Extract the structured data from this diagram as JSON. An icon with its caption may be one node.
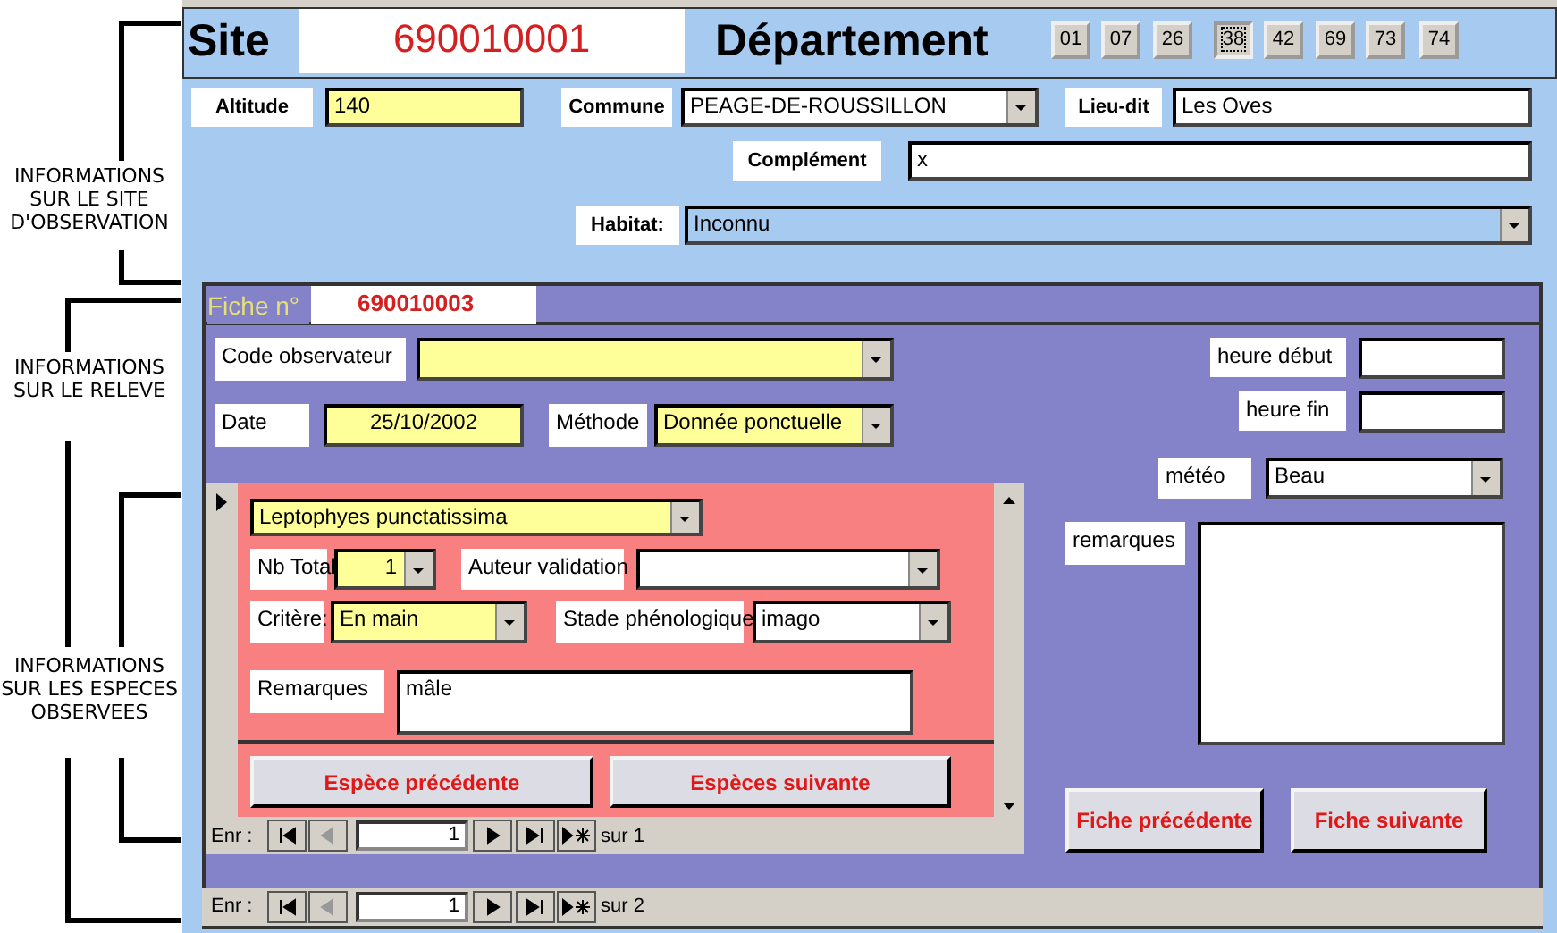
{
  "diagram": {
    "labels": [
      "Site",
      "690010001",
      "Département",
      "01",
      "07",
      "26",
      "38",
      "42",
      "69",
      "73",
      "74",
      "INFORMATIONS SUR LE SITE D'OBSERVATION",
      "Altitude",
      "140",
      "Commune",
      "PEAGE-DE-ROUSSILLON",
      "Lieu-dit",
      "Les Oves",
      "Complément",
      "x",
      "Habitat:",
      "Inconnu",
      "Fiche n°",
      "690010003",
      "INFORMATIONS SUR LE RELEVE",
      "Code observateur",
      "heure début",
      "heure fin",
      "Date",
      "25/10/2002",
      "Méthode",
      "Donnée ponctuelle",
      "météo",
      "Beau",
      "Leptophyes punctatissima",
      "Nb Total",
      "1",
      "Auteur validation",
      "remarques",
      "INFORMATIONS SUR LES ESPECES OBSERVEES",
      "Critère:",
      "En main",
      "Stade phénologique",
      "imago",
      "Remarques",
      "mâle",
      "Espèce précédente",
      "Espèces suivante",
      "Fiche précédente",
      "Fiche suivante",
      "Enr :",
      "1",
      "sur 1",
      "Enr :",
      "1",
      "sur 2"
    ]
  }
}
